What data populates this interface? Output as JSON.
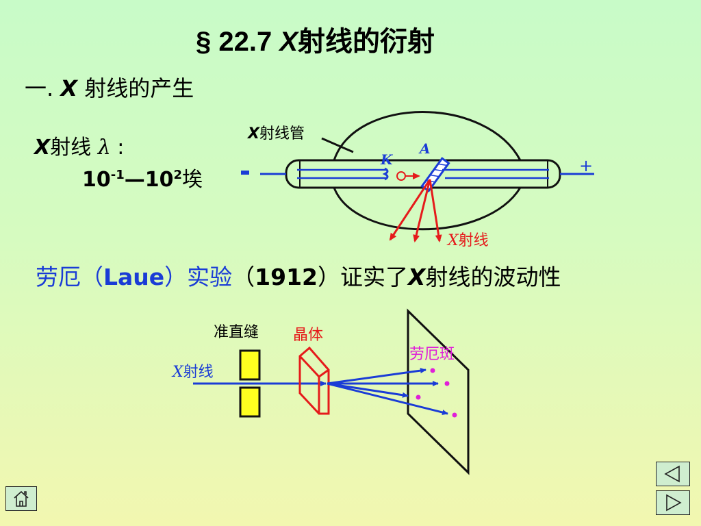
{
  "title": {
    "prefix": "§ 22.7 ",
    "x": "X",
    "rest": "射线的衍射"
  },
  "section1": {
    "prefix": "一. ",
    "x": "X",
    "rest": " 射线的产生"
  },
  "wavelength": {
    "x": "X",
    "label": "射线 ",
    "lambda": "λ",
    "colon": " :"
  },
  "range": {
    "a": "10",
    "a_exp": "-1",
    "dash": "—",
    "b": "10",
    "b_exp": "2",
    "unit": "埃"
  },
  "tube": {
    "label_x": "X",
    "label_rest": "射线管",
    "cathode": "K",
    "anode": "A",
    "minus": "-",
    "plus": "+",
    "ray_x": "X",
    "ray_rest": "射线"
  },
  "laue": {
    "p1": "劳厄（",
    "p2": "Laue",
    "p3": "）实验",
    "p4": "（",
    "p5": "1912",
    "p6": "）证实了",
    "x": "X",
    "p7": "射线的波动性"
  },
  "laue_diagram": {
    "slit": "准直缝",
    "crystal": "晶体",
    "spots": "劳厄斑",
    "ray_x": "X",
    "ray_rest": "射线"
  },
  "colors": {
    "blue": "#1a3cd6",
    "red": "#e51b1b",
    "magenta": "#e020d8",
    "yellow": "#ffff20"
  },
  "nav_icons": [
    "home-icon",
    "previous-slide-icon",
    "next-slide-icon"
  ]
}
